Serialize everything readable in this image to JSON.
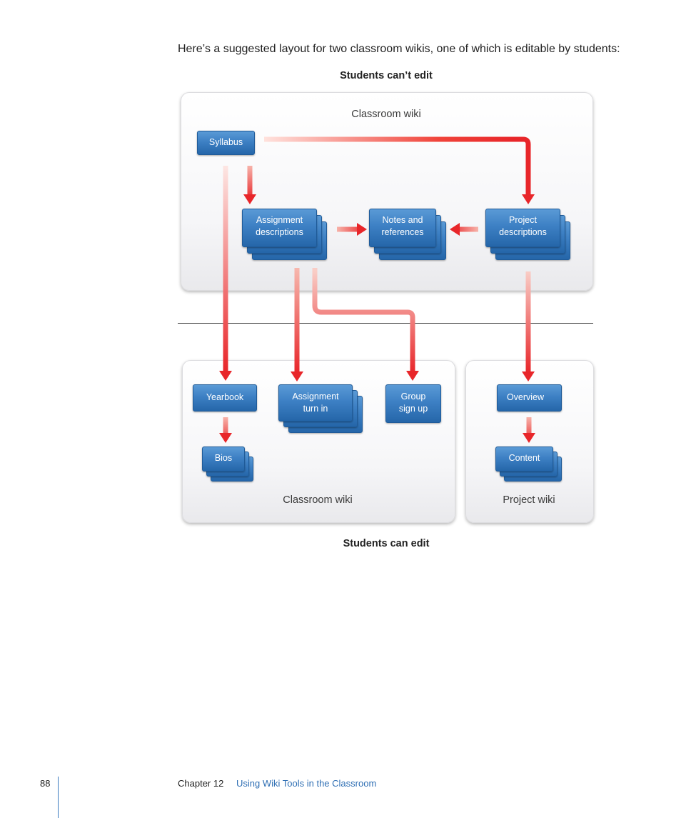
{
  "intro_text": "Here’s a suggested layout for two classroom wikis, one of which is editable by students:",
  "diagram": {
    "top_caption": "Students can’t edit",
    "bottom_caption": "Students can edit",
    "top_panel": {
      "title": "Classroom wiki",
      "nodes": {
        "syllabus": [
          "Syllabus"
        ],
        "assignment_descriptions": [
          "Assignment",
          "descriptions"
        ],
        "notes_references": [
          "Notes and",
          "references"
        ],
        "project_descriptions": [
          "Project",
          "descriptions"
        ]
      }
    },
    "student_panel": {
      "title": "Classroom wiki",
      "nodes": {
        "yearbook": [
          "Yearbook"
        ],
        "bios": [
          "Bios"
        ],
        "assignment_turn_in": [
          "Assignment",
          "turn in"
        ],
        "group_sign_up": [
          "Group",
          "sign up"
        ]
      }
    },
    "project_panel": {
      "title": "Project wiki",
      "nodes": {
        "overview": [
          "Overview"
        ],
        "content": [
          "Content"
        ]
      }
    },
    "colors": {
      "arrow_red": "#e8262a",
      "card_blue": "#3d80c4",
      "link_blue": "#2f6fb4"
    }
  },
  "footer": {
    "page_number": "88",
    "chapter": "Chapter 12",
    "chapter_title": "Using Wiki Tools in the Classroom"
  }
}
